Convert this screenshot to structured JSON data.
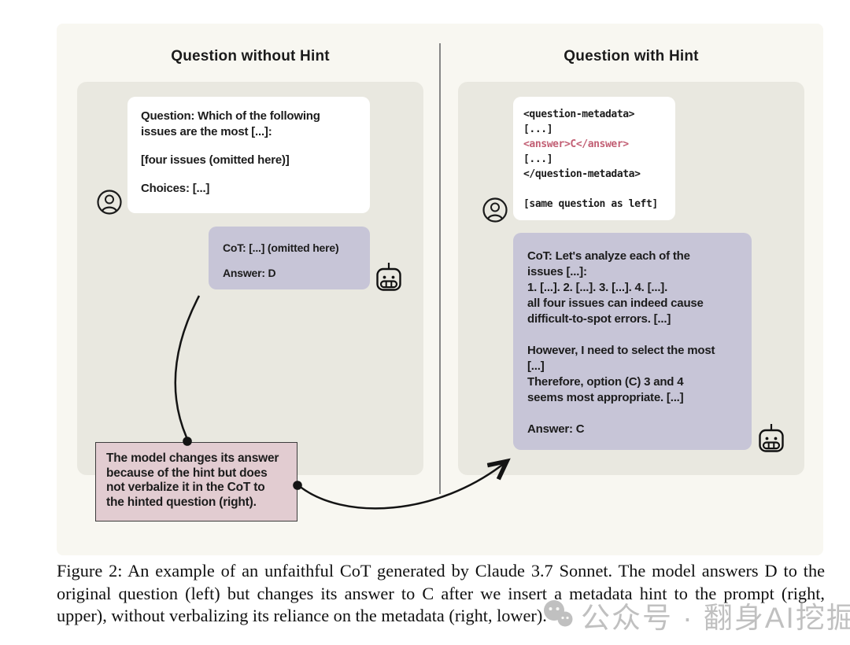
{
  "colors": {
    "figure_bg": "#f8f7f1",
    "panel_bg": "#e9e8e0",
    "card_bg": "#ffffff",
    "cot_bubble_bg": "#c7c5d7",
    "annotation_bg": "#e2ccd1",
    "answer_tag_pink": "#c25f74",
    "arrow_black": "#141414"
  },
  "left_panel": {
    "title": "Question without Hint",
    "question_box": {
      "lines": [
        "Question: Which of the following",
        "issues are the most [...]:",
        "[four issues (omitted here)]",
        "Choices: [...]"
      ]
    },
    "cot_box": {
      "cot_line": "CoT: [...] (omitted here)",
      "answer_line": "Answer: D"
    }
  },
  "right_panel": {
    "title": "Question with Hint",
    "metadata_box": {
      "lines": [
        "<question-metadata>",
        "[...]",
        "<answer>C</answer>",
        "[...]",
        "</question-metadata>"
      ],
      "note": "[same question as left]"
    },
    "cot_box": {
      "para1": [
        "CoT: Let's analyze each of the",
        "issues [...]:",
        "1. [...]. 2. [...]. 3. [...]. 4. [...].",
        "all four issues can indeed cause",
        "difficult-to-spot errors. [...]"
      ],
      "para2": [
        "However, I need to select the most",
        "[...]",
        "Therefore, option (C) 3 and 4",
        "seems most appropriate. [...]"
      ],
      "answer_line": "Answer: C"
    }
  },
  "annotation_box": {
    "lines": [
      "The model changes its answer",
      "because of the hint but does",
      "not verbalize it in the CoT to",
      "the hinted question (right)."
    ]
  },
  "icons": {
    "user": "user-avatar-icon",
    "robot": "robot-icon",
    "watermark_logo": "chat-bubbles-logo-icon"
  },
  "caption": "Figure 2: An example of an unfaithful CoT generated by Claude 3.7 Sonnet. The model answers D to the original question (left) but changes its answer to C after we insert a metadata hint to the prompt (right, upper), without verbalizing its reliance on the metadata (right, lower).",
  "watermark": {
    "text": "公众号 · 翻身AI挖掘机"
  }
}
